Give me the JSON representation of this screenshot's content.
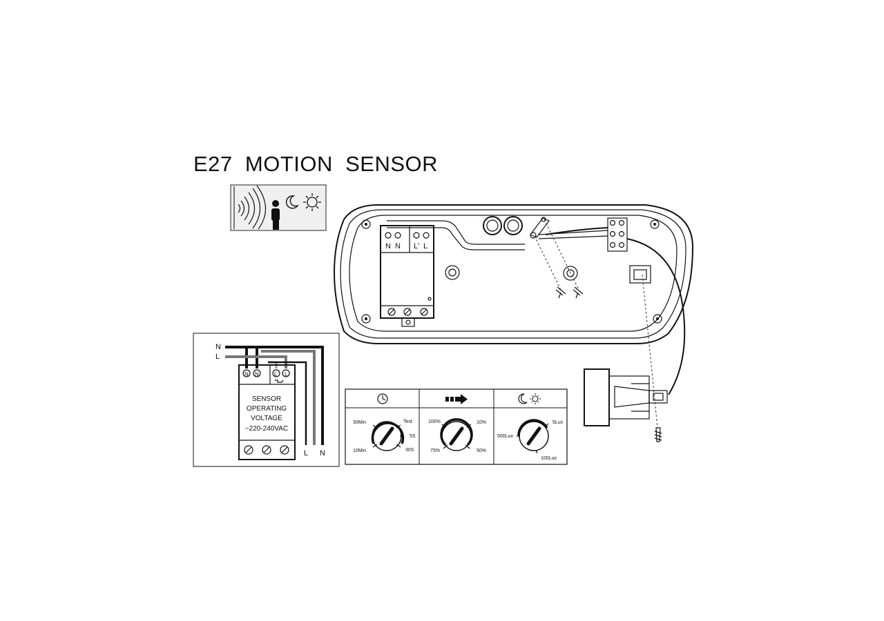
{
  "title": "E27  MOTION  SENSOR",
  "icons": {
    "sensor_waves": "motion-waves-icon",
    "person": "person-icon",
    "moon": "moon-icon",
    "sun": "sun-icon",
    "clock": "clock-icon",
    "arrow": "range-arrow-icon"
  },
  "pcb_terminals": {
    "t1": "N",
    "t2": "N",
    "t3": "L'",
    "t4": "L"
  },
  "wiring": {
    "line_n_top": "N",
    "line_l_top": "L",
    "term1": "N",
    "term2": "N",
    "term3": "L'",
    "term4": "L",
    "module_line1": "SENSOR",
    "module_line2": "OPERATING",
    "module_line3": "VOLTAGE",
    "module_line4": "~220-240VAC",
    "out_l": "L",
    "out_n": "N"
  },
  "dials": {
    "time": {
      "top_left": "30Min",
      "top_right": "Test",
      "right": "5S",
      "bottom_left": "10Min",
      "bottom_right": "30S"
    },
    "sensitivity": {
      "top_left": "100%",
      "top_right": "10%",
      "bottom_left": "75%",
      "bottom_right": "50%"
    },
    "lux": {
      "left": "500Lux",
      "top_right": "5Lux",
      "bottom": "100Lux"
    }
  },
  "colors": {
    "line": "#111111",
    "background": "#ffffff",
    "grey_box": "#f0f0f0"
  }
}
